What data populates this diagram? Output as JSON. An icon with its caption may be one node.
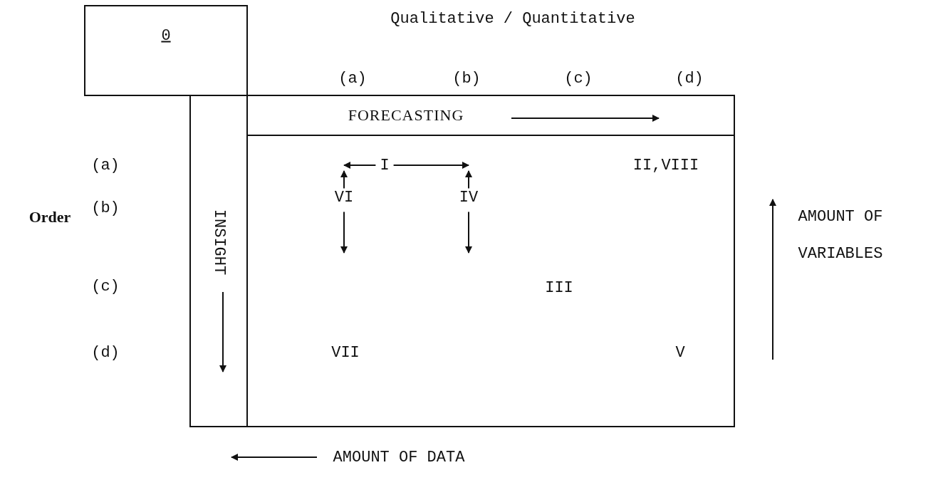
{
  "diagram": {
    "nodes": [
      {
        "text": [
          "0"
        ]
      },
      {
        "text": [
          "FORECASTING"
        ]
      },
      {
        "text": [
          "INSIGHT"
        ]
      },
      {
        "text": [],
        "shape": "box"
      },
      {
        "text": [
          "I"
        ],
        "in": 3
      },
      {
        "text": [
          "II,VIII"
        ],
        "in": 3
      },
      {
        "text": [
          "VI"
        ],
        "in": 3
      },
      {
        "text": [
          "IV"
        ],
        "in": 3
      },
      {
        "text": [
          "III"
        ],
        "in": 3
      },
      {
        "text": [
          "VII"
        ],
        "in": 3
      },
      {
        "text": [
          "V"
        ],
        "in": 3
      }
    ],
    "edges": [
      {
        "from": 4,
        "to": 6,
        "arrow": "to"
      },
      {
        "from": 4,
        "to": 7,
        "arrow": "to"
      },
      {
        "from": 6,
        "to": null,
        "arrow": "to"
      },
      {
        "from": 7,
        "to": null,
        "arrow": "to"
      },
      {
        "from": 6,
        "to": null,
        "arrow": "to"
      },
      {
        "from": 7,
        "to": null,
        "arrow": "to"
      }
    ],
    "labels": [
      "Qualitative / Quantitative",
      "(a)",
      "(b)",
      "(c)",
      "(d)",
      "(a)",
      "(b)",
      "Order",
      "(c)",
      "(d)",
      "AMOUNT OF VARIABLES",
      "AMOUNT OF DATA"
    ]
  }
}
